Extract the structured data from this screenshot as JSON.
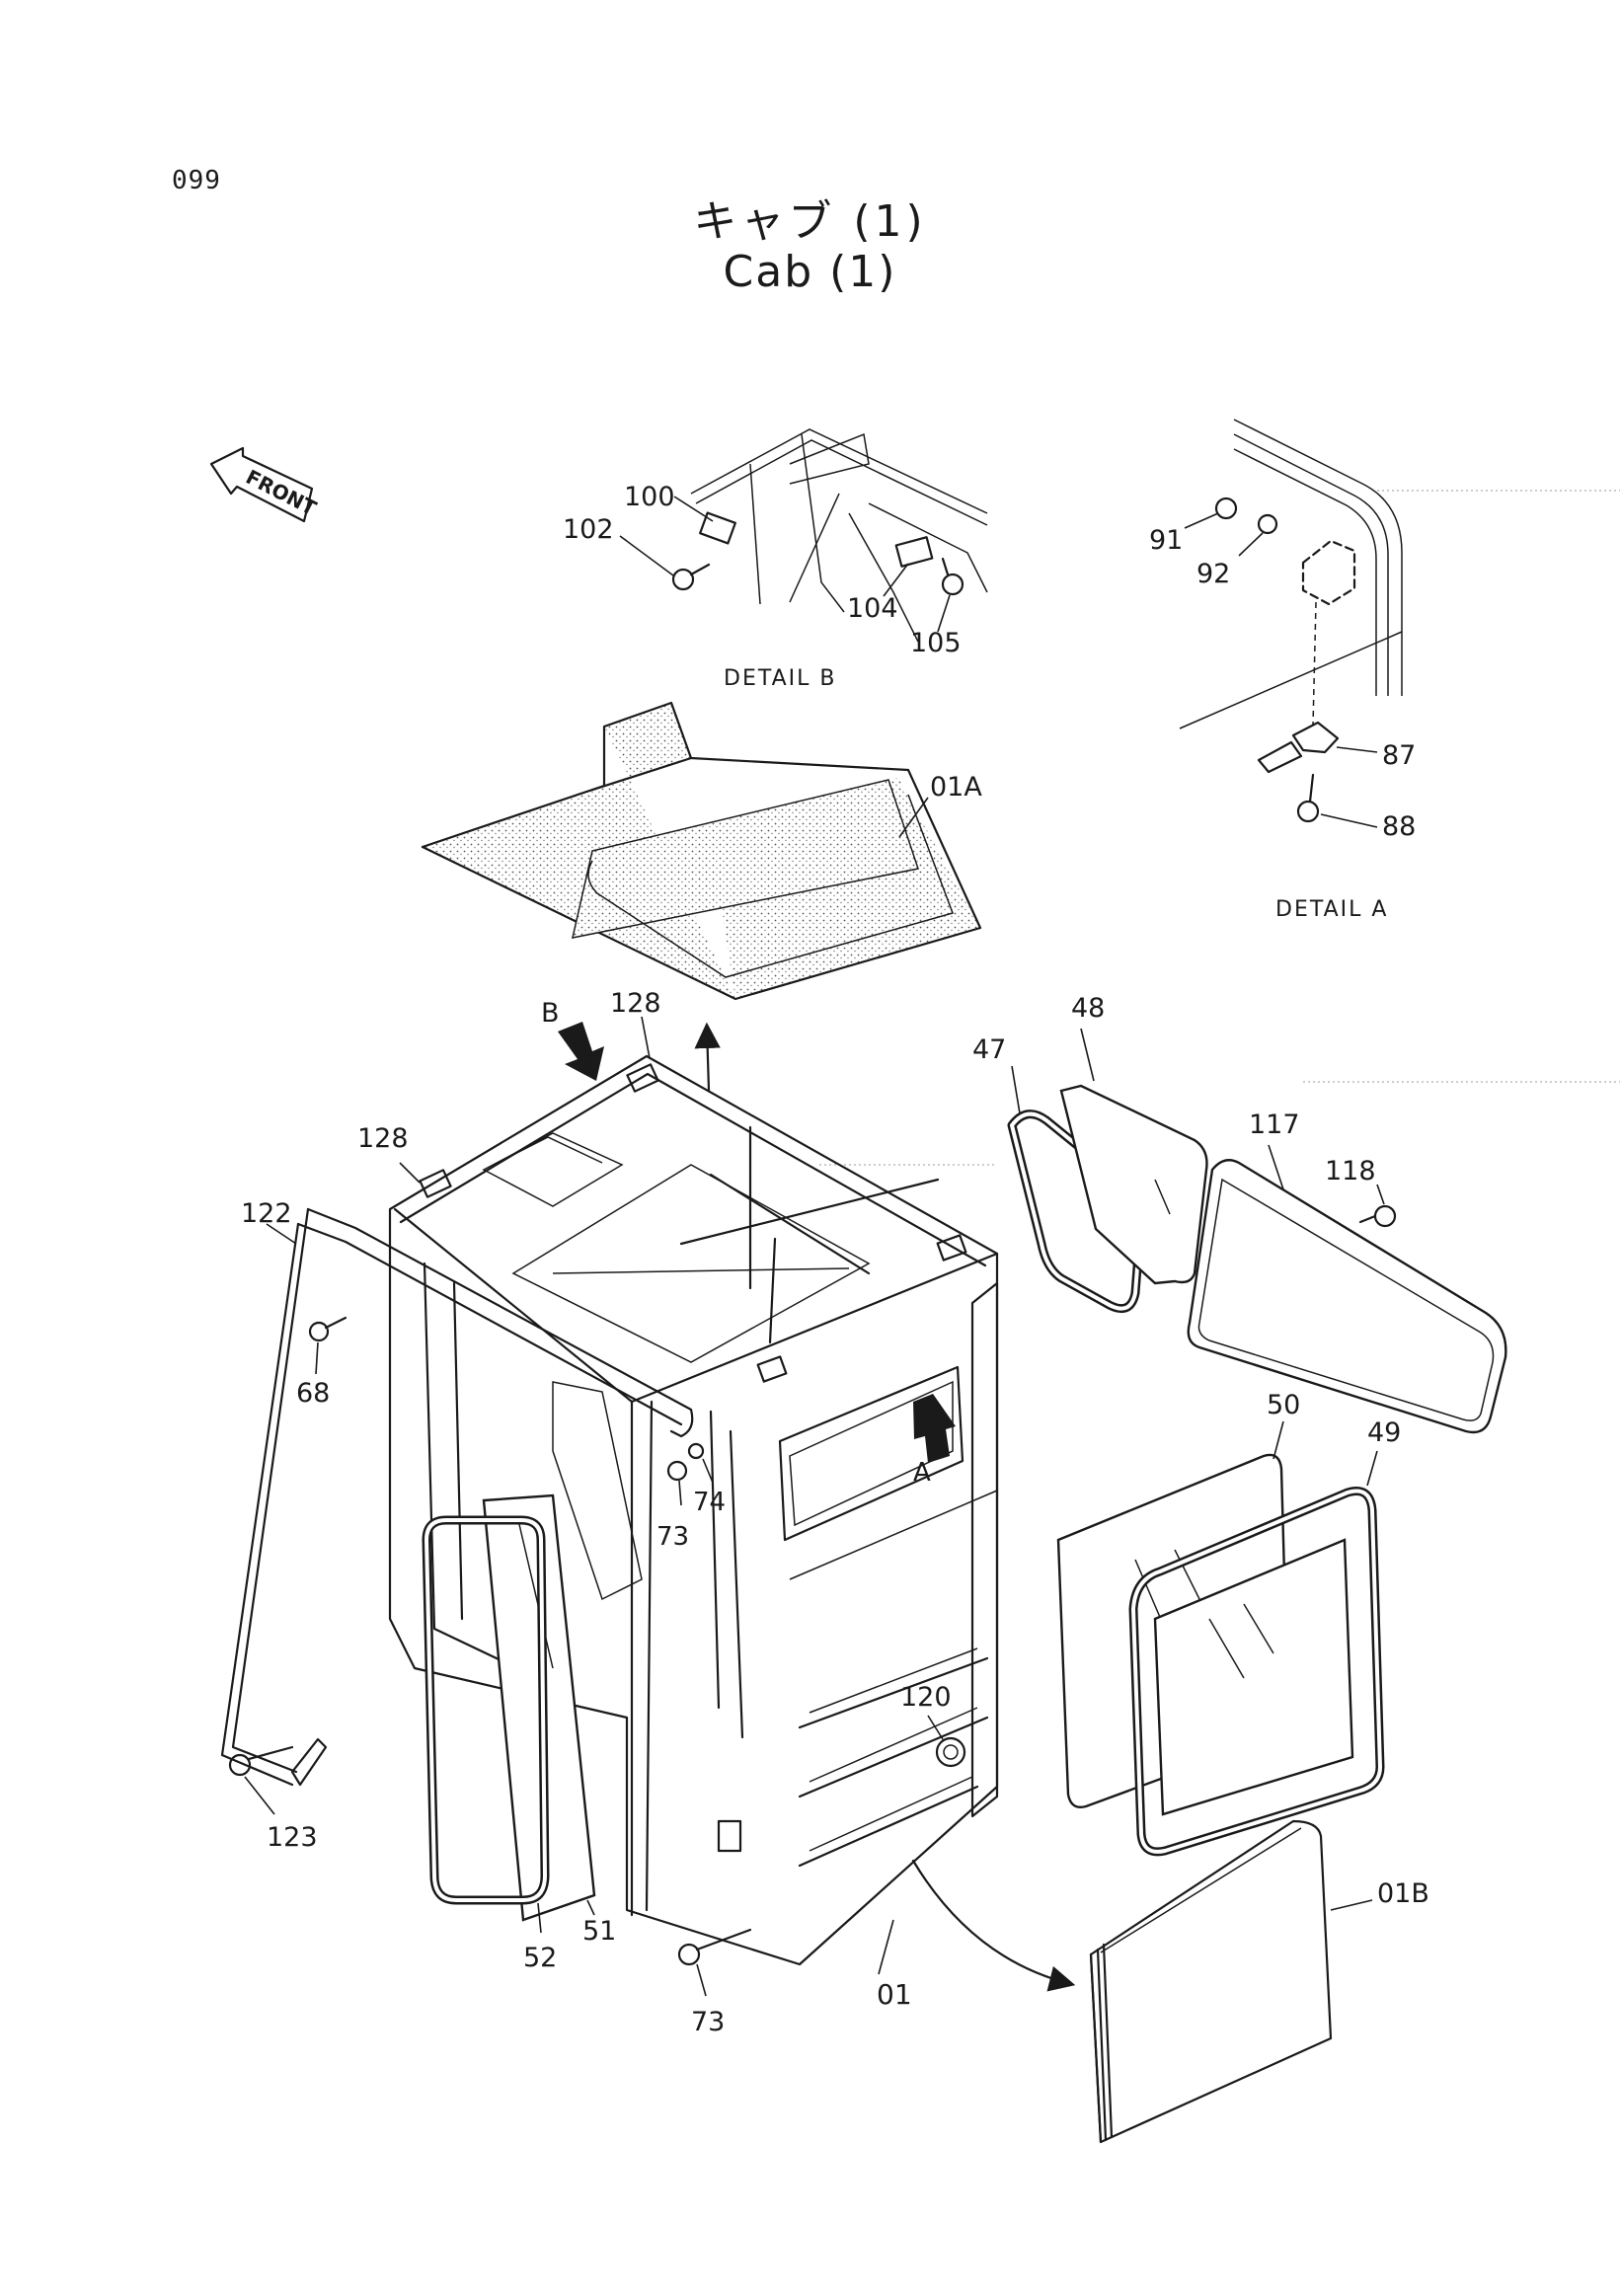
{
  "page_number": "099",
  "title_jp": "キャブ (1)",
  "title_en": "Cab (1)",
  "front_label": "FRONT",
  "detail_b_label": "DETAIL B",
  "detail_a_label": "DETAIL A",
  "view_arrows": {
    "b": "B",
    "a": "A"
  },
  "parts": {
    "p100": "100",
    "p102": "102",
    "p104": "104",
    "p105": "105",
    "p91": "91",
    "p92": "92",
    "p87": "87",
    "p88": "88",
    "p01A": "01A",
    "p01B": "01B",
    "p01": "01",
    "p128a": "128",
    "p128b": "128",
    "p122": "122",
    "p68": "68",
    "p73a": "73",
    "p74": "74",
    "p73b": "73",
    "p123": "123",
    "p52": "52",
    "p51": "51",
    "p120": "120",
    "p47": "47",
    "p48": "48",
    "p117": "117",
    "p118": "118",
    "p50": "50",
    "p49": "49"
  }
}
